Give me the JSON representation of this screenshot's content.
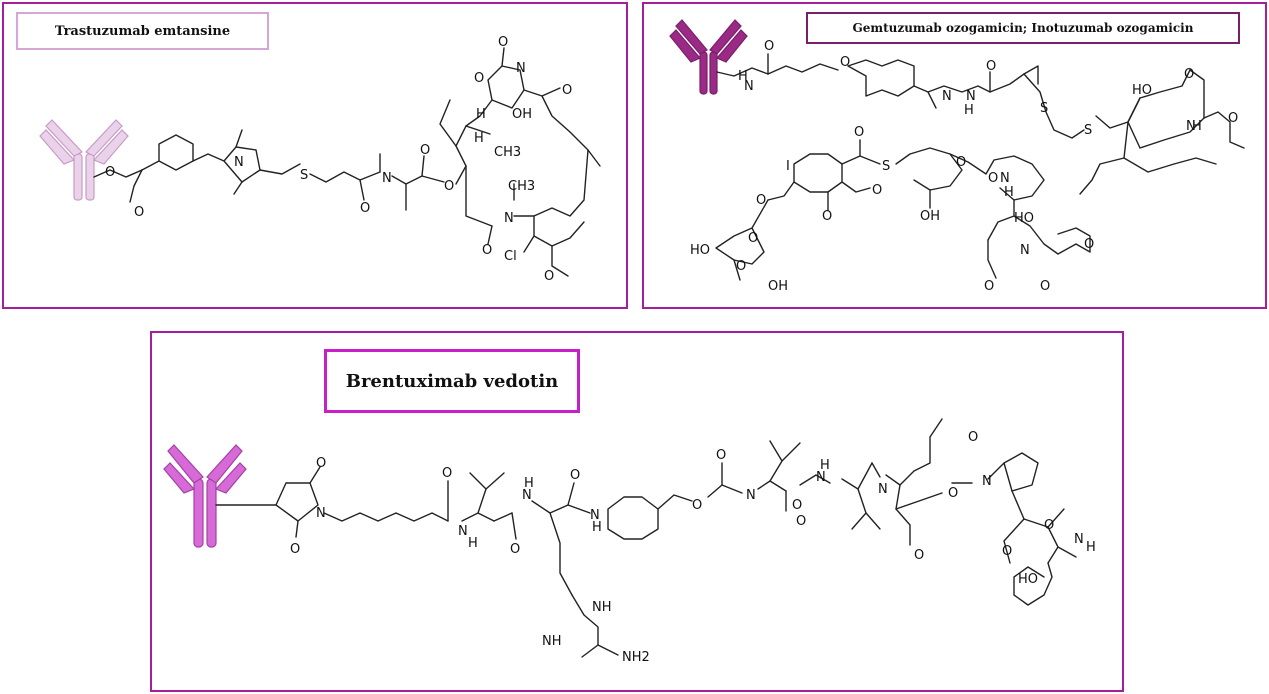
{
  "panels": [
    {
      "name": "Trastuzumab emtansine",
      "antibody_color": "#ead3ea",
      "antibody_stroke": "#c79bc6",
      "atom_labels": [
        "O",
        "O",
        "N",
        "N",
        "S",
        "O",
        "O",
        "CH3",
        "O",
        "N",
        "N",
        "H",
        "OH",
        "O",
        "O",
        "O",
        "O",
        "CH3",
        "Cl",
        "O",
        "H"
      ]
    },
    {
      "name": "Gemtuzumab ozogamicin; Inotuzumab ozogamicin",
      "antibody_color": "#9b2a86",
      "antibody_stroke": "#7a1f69",
      "atom_labels": [
        "H",
        "N",
        "O",
        "O",
        "O",
        "N",
        "N",
        "H",
        "S",
        "S",
        "HO",
        "O",
        "N",
        "H",
        "O",
        "I",
        "O",
        "S",
        "O",
        "O",
        "N",
        "H",
        "O",
        "O",
        "O",
        "HO",
        "O",
        "OH",
        "OH",
        "O",
        "HO",
        "N",
        "O",
        "O",
        "O"
      ]
    },
    {
      "name": "Brentuximab vedotin",
      "antibody_color": "#d66ad6",
      "antibody_stroke": "#a640a6",
      "atom_labels": [
        "O",
        "N",
        "O",
        "O",
        "N",
        "H",
        "O",
        "N",
        "H",
        "O",
        "N",
        "H",
        "O",
        "O",
        "N",
        "O",
        "N",
        "H",
        "O",
        "N",
        "O",
        "O",
        "N",
        "O",
        "H",
        "N",
        "O",
        "NH",
        "HO",
        "NH",
        "NH2",
        "O"
      ]
    }
  ],
  "colors": {
    "panel_border": "#a51f9c",
    "label_border_light": "#d7a6d7",
    "label_border_dark": "#7a1f69",
    "label_border_bright": "#c81fc8"
  }
}
